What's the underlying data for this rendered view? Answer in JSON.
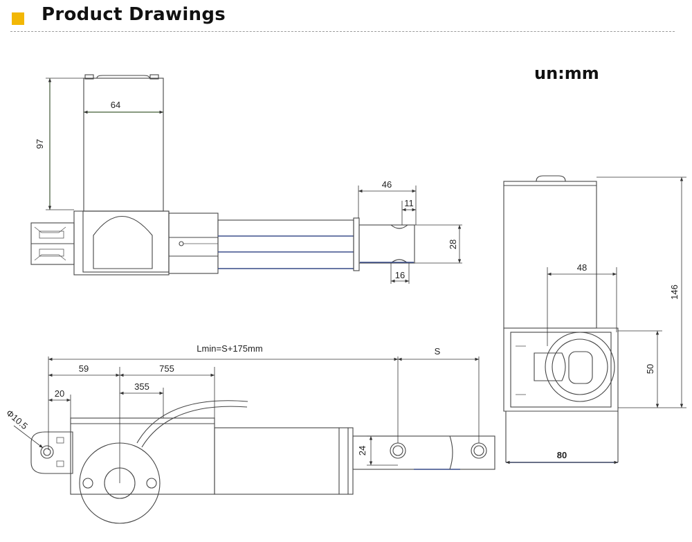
{
  "header": {
    "title": "Product Drawings",
    "accent_color": "#f2b705"
  },
  "unit_label": "un:mm",
  "dimensions": {
    "top_width": "64",
    "top_height": "97",
    "rod_end_length": "46",
    "rod_end_hole_offset": "11",
    "rod_end_height": "28",
    "rod_end_hole_width": "16",
    "side_width": "48",
    "side_total_height": "146",
    "side_lower_height": "50",
    "side_base_width": "80",
    "lmin": "Lmin=S+175mm",
    "stroke": "S",
    "front_59": "59",
    "front_755": "755",
    "front_20": "20",
    "front_355": "355",
    "hole_diameter": "Φ10.5",
    "front_24": "24"
  }
}
